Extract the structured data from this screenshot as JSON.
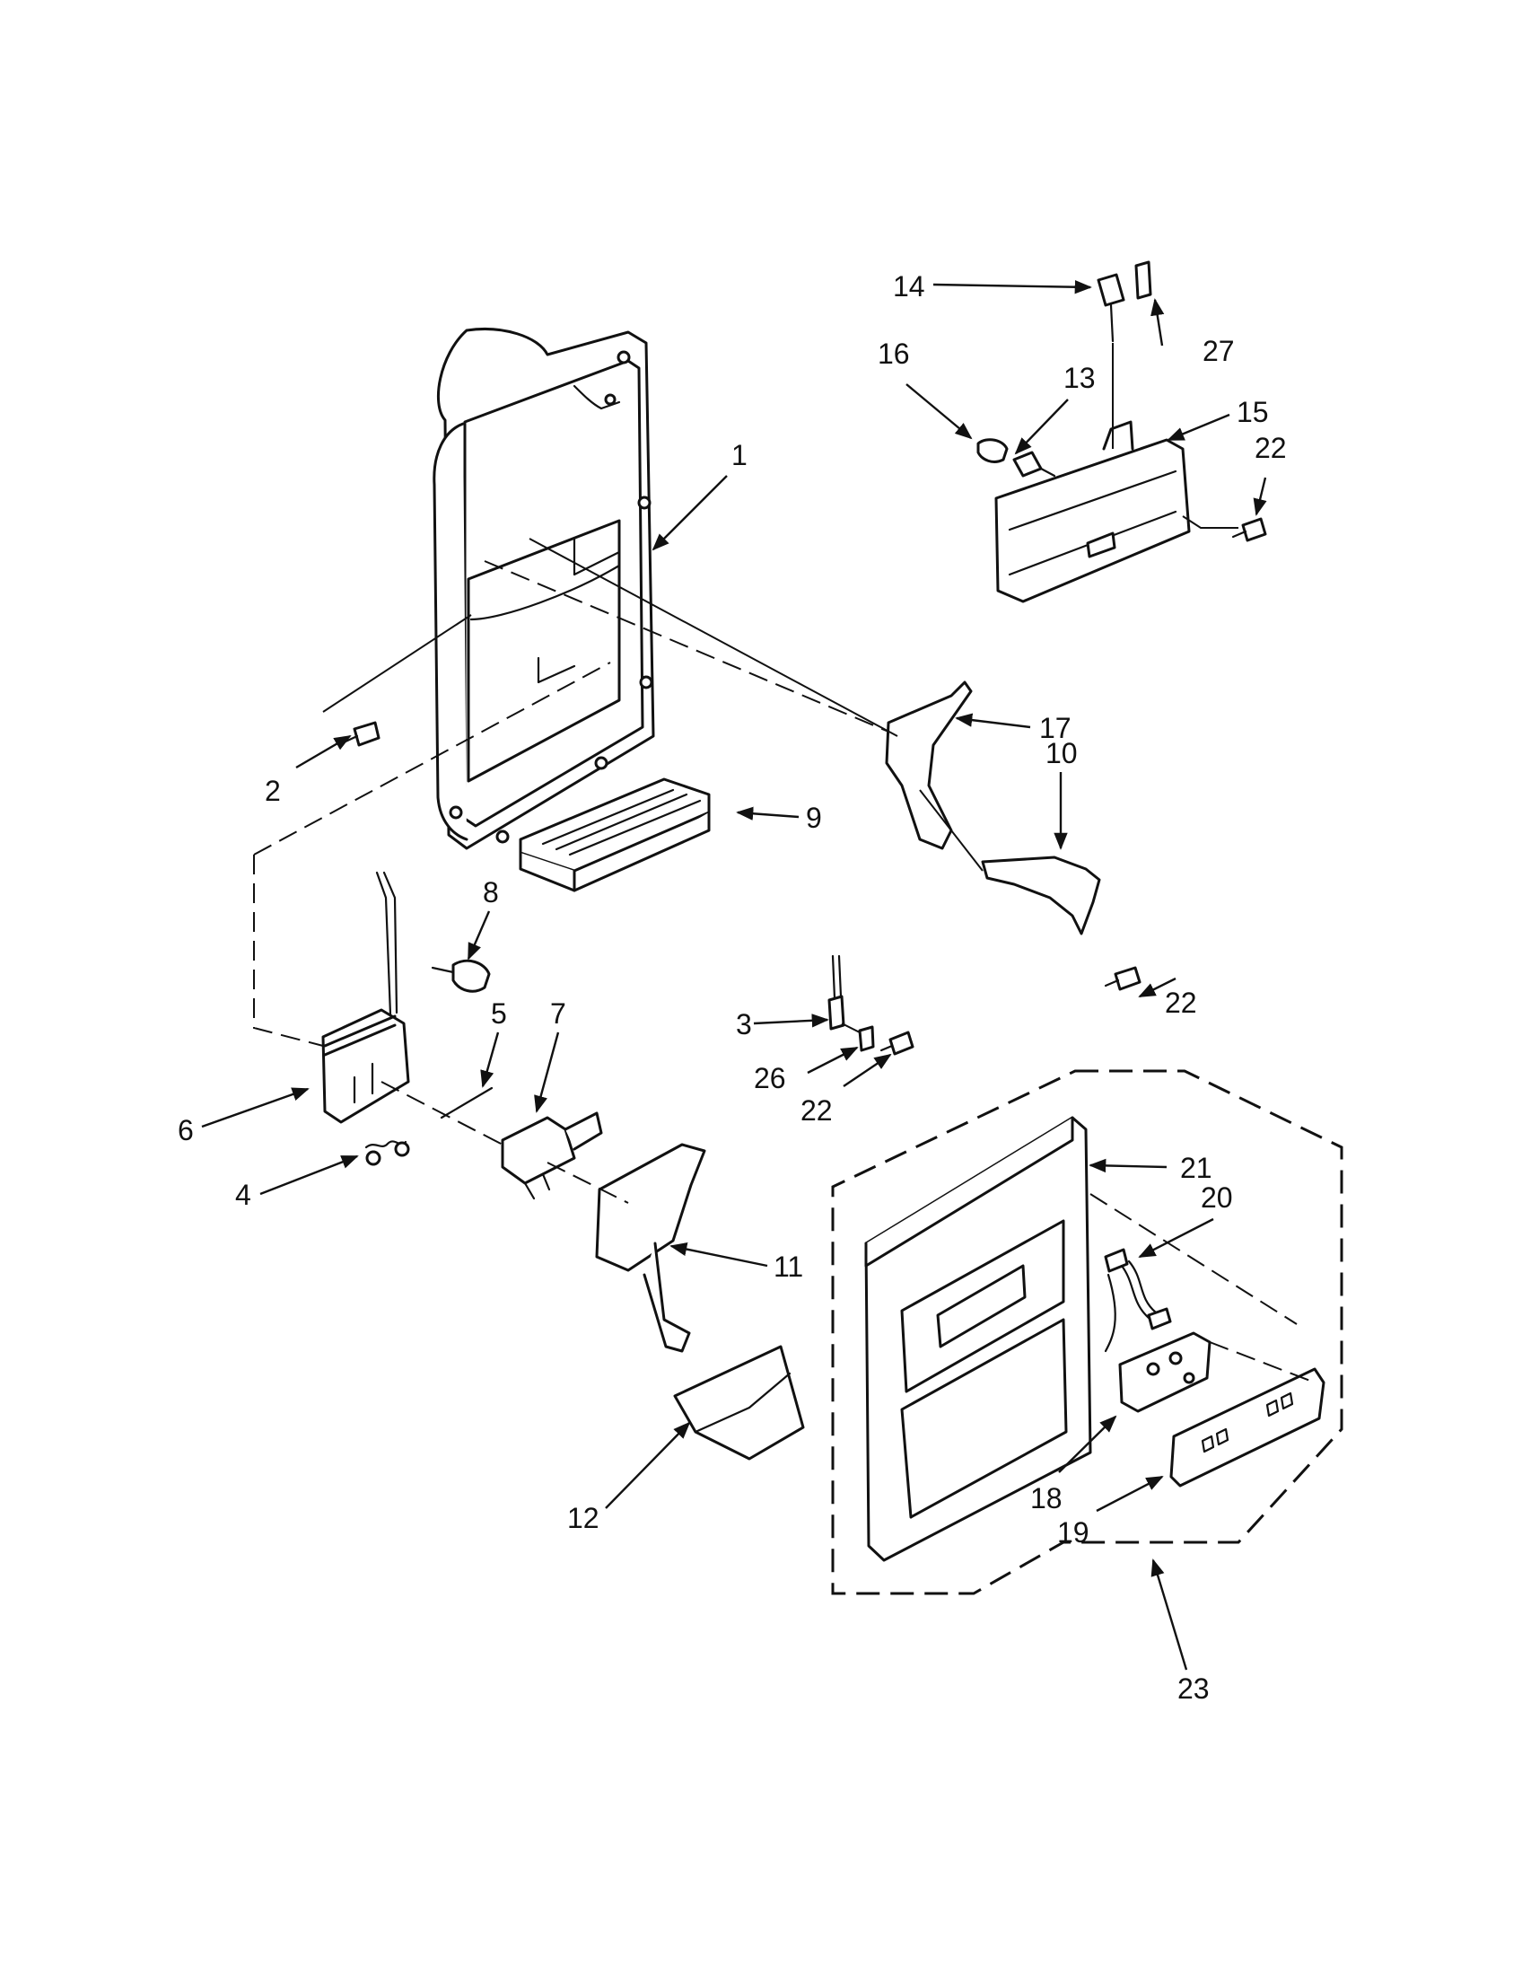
{
  "diagram": {
    "colors": {
      "ink": "#111111",
      "paper": "#ffffff"
    },
    "parts": [
      {
        "id": "part-1",
        "label": "1"
      },
      {
        "id": "part-2",
        "label": "2"
      },
      {
        "id": "part-3",
        "label": "3"
      },
      {
        "id": "part-4",
        "label": "4"
      },
      {
        "id": "part-5",
        "label": "5"
      },
      {
        "id": "part-6",
        "label": "6"
      },
      {
        "id": "part-7",
        "label": "7"
      },
      {
        "id": "part-8",
        "label": "8"
      },
      {
        "id": "part-9",
        "label": "9"
      },
      {
        "id": "part-10",
        "label": "10"
      },
      {
        "id": "part-11",
        "label": "11"
      },
      {
        "id": "part-12",
        "label": "12"
      },
      {
        "id": "part-13",
        "label": "13"
      },
      {
        "id": "part-14",
        "label": "14"
      },
      {
        "id": "part-15",
        "label": "15"
      },
      {
        "id": "part-16",
        "label": "16"
      },
      {
        "id": "part-17",
        "label": "17"
      },
      {
        "id": "part-18",
        "label": "18"
      },
      {
        "id": "part-19",
        "label": "19"
      },
      {
        "id": "part-20",
        "label": "20"
      },
      {
        "id": "part-21",
        "label": "21"
      },
      {
        "id": "part-22a",
        "label": "22"
      },
      {
        "id": "part-22b",
        "label": "22"
      },
      {
        "id": "part-22c",
        "label": "22"
      },
      {
        "id": "part-23",
        "label": "23"
      },
      {
        "id": "part-26",
        "label": "26"
      },
      {
        "id": "part-27",
        "label": "27"
      }
    ]
  }
}
